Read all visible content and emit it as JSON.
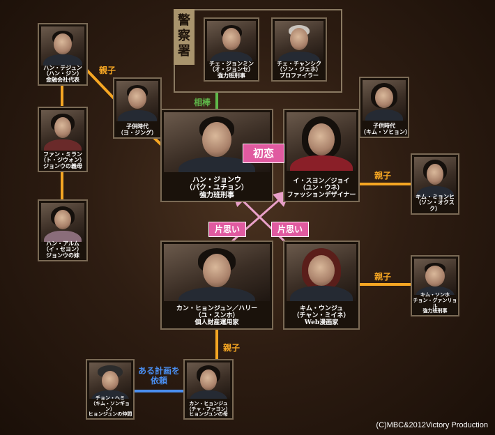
{
  "groups": {
    "police_label": "警察署"
  },
  "people": [
    {
      "id": "han-taejun",
      "name": "ハン・テジュン",
      "actor": "（ハン・ジン）",
      "role": "金融会社代表"
    },
    {
      "id": "young-jungwoo",
      "name": "子供時代",
      "actor": "（ヨ・ジング）",
      "role": ""
    },
    {
      "id": "fang-miran",
      "name": "ファン・ミラン",
      "actor": "（ト・ジウォン）",
      "role": "ジョンウの義母"
    },
    {
      "id": "han-arum",
      "name": "ハン・アルム",
      "actor": "（イ・セヨン）",
      "role": "ジョンウの妹"
    },
    {
      "id": "choi-jongmin",
      "name": "チェ・ジョンミン",
      "actor": "（オ・ジョンセ）",
      "role": "強力班刑事"
    },
    {
      "id": "choi-changsik",
      "name": "チェ・チャンシク",
      "actor": "（ソン・ジェホ）",
      "role": "プロファイラー"
    },
    {
      "id": "han-jungwoo",
      "name": "ハン・ジョンウ",
      "actor": "（パク・ユチョン）",
      "role": "強力班刑事"
    },
    {
      "id": "young-suyeon",
      "name": "子供時代",
      "actor": "（キム・ソヒョン）",
      "role": ""
    },
    {
      "id": "lee-suyeon",
      "name": "イ・スヨン／ジョイ",
      "actor": "（ユン・ウネ）",
      "role": "ファッションデザイナー"
    },
    {
      "id": "kim-myunghee",
      "name": "キム・ミョンヒ",
      "actor": "（ソン・オクスク）",
      "role": ""
    },
    {
      "id": "kang-hyungjun",
      "name": "カン・ヒョンジュン／ハリー",
      "actor": "（ユ・スンホ）",
      "role": "個人財産運用家"
    },
    {
      "id": "kim-eunju",
      "name": "キム・ウンジュ",
      "actor": "（チャン・ミイネ）",
      "role": "Web漫画家"
    },
    {
      "id": "kim-sonho",
      "name": "キム・ソンホ",
      "actor": "チョン・グァンリョル",
      "role": "強力班刑事"
    },
    {
      "id": "jung-hyemi",
      "name": "チョン・ヘミ",
      "actor": "（キム・ソンギョン）",
      "role": "ヒョンジュンの仲間"
    },
    {
      "id": "kang-hyungju",
      "name": "カン・ヒョンジュ",
      "actor": "（チャ・ファヨン）",
      "role": "ヒョンジュンの母"
    }
  ],
  "relations": {
    "oyako": "親子",
    "aibou": "相棒",
    "hatsukoi": "初恋",
    "kataomoi": "片思い",
    "keikaku": "ある計画を",
    "irai": "依頼"
  },
  "colors": {
    "orange": "#f5a623",
    "green": "#5fb84a",
    "blue": "#4a8ef0",
    "pink": "#e05aa0"
  },
  "copyright": "(C)MBC&2012Victory Production"
}
